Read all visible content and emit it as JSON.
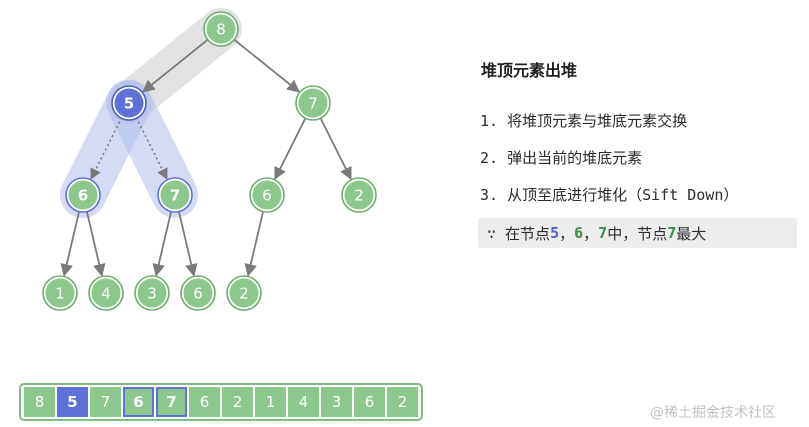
{
  "tree": {
    "nodes": [
      {
        "id": "n0",
        "value": "8",
        "state": "normal"
      },
      {
        "id": "n1",
        "value": "5",
        "state": "current"
      },
      {
        "id": "n2",
        "value": "7",
        "state": "normal"
      },
      {
        "id": "n3",
        "value": "6",
        "state": "compared"
      },
      {
        "id": "n4",
        "value": "7",
        "state": "compared"
      },
      {
        "id": "n5",
        "value": "6",
        "state": "normal"
      },
      {
        "id": "n6",
        "value": "2",
        "state": "normal"
      },
      {
        "id": "n7",
        "value": "1",
        "state": "normal"
      },
      {
        "id": "n8",
        "value": "4",
        "state": "normal"
      },
      {
        "id": "n9",
        "value": "3",
        "state": "normal"
      },
      {
        "id": "n10",
        "value": "6",
        "state": "normal"
      },
      {
        "id": "n11",
        "value": "2",
        "state": "normal"
      }
    ],
    "edges": [
      {
        "from": "n0",
        "to": "n1",
        "style": "solid"
      },
      {
        "from": "n0",
        "to": "n2",
        "style": "solid"
      },
      {
        "from": "n1",
        "to": "n3",
        "style": "dotted"
      },
      {
        "from": "n1",
        "to": "n4",
        "style": "dotted"
      },
      {
        "from": "n2",
        "to": "n5",
        "style": "solid"
      },
      {
        "from": "n2",
        "to": "n6",
        "style": "solid"
      },
      {
        "from": "n3",
        "to": "n7",
        "style": "solid"
      },
      {
        "from": "n3",
        "to": "n8",
        "style": "solid"
      },
      {
        "from": "n4",
        "to": "n9",
        "style": "solid"
      },
      {
        "from": "n4",
        "to": "n10",
        "style": "solid"
      },
      {
        "from": "n5",
        "to": "n11",
        "style": "solid"
      }
    ]
  },
  "panel": {
    "title": "堆顶元素出堆",
    "steps": [
      "1. 将堆顶元素与堆底元素交换",
      "2. 弹出当前的堆底元素",
      "3. 从顶至底进行堆化（Sift Down）"
    ],
    "note": {
      "prefix": "∵ 在节点 ",
      "n1": "5",
      "sep1": "，",
      "n2": "6",
      "sep2": "，",
      "n3": "7",
      "middle": " 中，节点 ",
      "n4": "7",
      "suffix": " 最大"
    }
  },
  "array": [
    {
      "value": "8",
      "state": "normal"
    },
    {
      "value": "5",
      "state": "current"
    },
    {
      "value": "7",
      "state": "normal"
    },
    {
      "value": "6",
      "state": "compared"
    },
    {
      "value": "7",
      "state": "compared"
    },
    {
      "value": "6",
      "state": "normal"
    },
    {
      "value": "2",
      "state": "normal"
    },
    {
      "value": "1",
      "state": "normal"
    },
    {
      "value": "4",
      "state": "normal"
    },
    {
      "value": "3",
      "state": "normal"
    },
    {
      "value": "6",
      "state": "normal"
    },
    {
      "value": "2",
      "state": "normal"
    }
  ],
  "watermark": "@稀土掘金技术社区",
  "colors": {
    "node_fill": "#8cc78c",
    "node_ring": "#6aae6c",
    "current_fill": "#5c72d8",
    "compared_ring": "#5c72d8",
    "edge": "#7a7a7a",
    "highlight_grey": "#d9d9d9",
    "highlight_blue": "#b4bfee"
  }
}
